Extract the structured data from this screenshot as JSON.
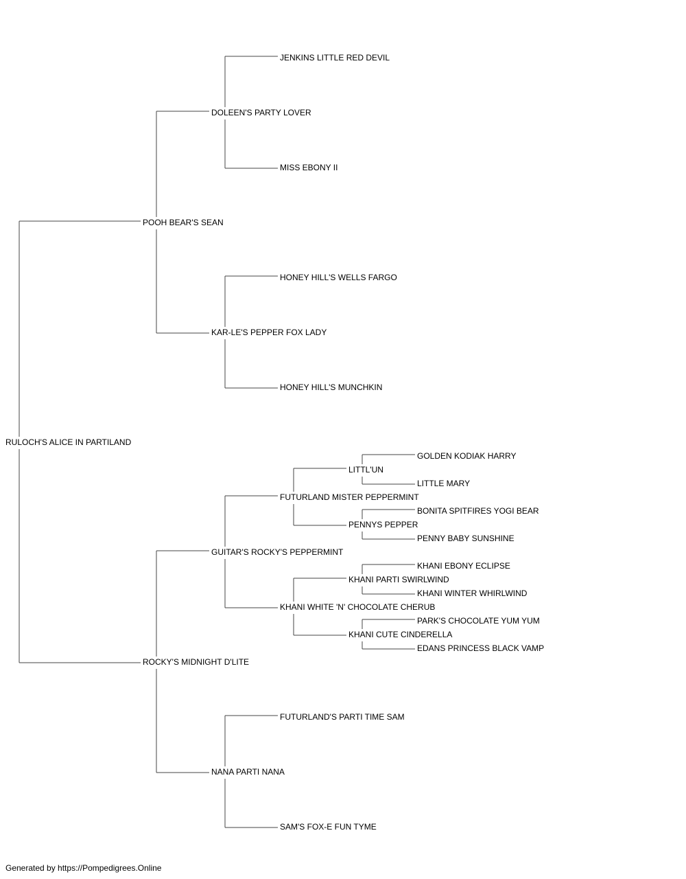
{
  "pedigree": {
    "subject": "RULOCH'S ALICE IN PARTILAND",
    "sire": "POOH BEAR'S SEAN",
    "dam": "ROCKY'S MIDNIGHT D'LITE",
    "sire_sire": "DOLEEN'S PARTY LOVER",
    "sire_dam": "KAR-LE'S PEPPER FOX LADY",
    "dam_sire": "GUITAR'S ROCKY'S PEPPERMINT",
    "dam_dam": "NANA PARTI NANA",
    "sire_sire_sire": "JENKINS LITTLE RED DEVIL",
    "sire_sire_dam": "MISS EBONY II",
    "sire_dam_sire": "HONEY HILL'S WELLS FARGO",
    "sire_dam_dam": "HONEY HILL'S MUNCHKIN",
    "dam_sire_sire": "FUTURLAND MISTER PEPPERMINT",
    "dam_sire_dam": "KHANI WHITE 'N' CHOCOLATE CHERUB",
    "dam_dam_sire": "FUTURLAND'S PARTI TIME SAM",
    "dam_dam_dam": "SAM'S FOX-E FUN TYME",
    "dam_sire_sire_sire": "LITTL'UN",
    "dam_sire_sire_dam": "PENNYS PEPPER",
    "dam_sire_dam_sire": "KHANI PARTI SWIRLWIND",
    "dam_sire_dam_dam": "KHANI CUTE CINDERELLA",
    "dam_sire_sire_sire_sire": "GOLDEN KODIAK HARRY",
    "dam_sire_sire_sire_dam": "LITTLE MARY",
    "dam_sire_sire_dam_sire": "BONITA SPITFIRES YOGI BEAR",
    "dam_sire_sire_dam_dam": "PENNY BABY SUNSHINE",
    "dam_sire_dam_sire_sire": "KHANI EBONY ECLIPSE",
    "dam_sire_dam_sire_dam": "KHANI WINTER WHIRLWIND",
    "dam_sire_dam_dam_sire": "PARK'S CHOCOLATE YUM YUM",
    "dam_sire_dam_dam_dam": "EDANS PRINCESS BLACK VAMP"
  },
  "footer": "Generated by https://Pompedigrees.Online"
}
